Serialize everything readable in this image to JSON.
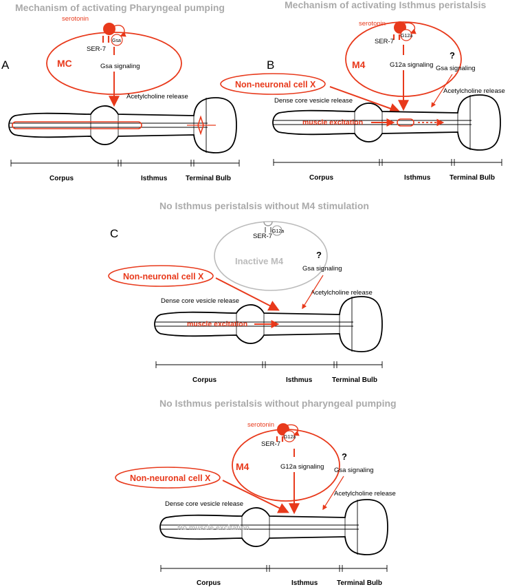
{
  "panel_a": {
    "title": "Mechanism of activating Pharyngeal pumping",
    "letter": "A",
    "serotonin": "serotonin",
    "receptor": "SER-7",
    "g_protein": "Gsa",
    "neuron": "MC",
    "signaling": "Gsa signaling",
    "release": "Acetylcholine release",
    "regions": [
      "Corpus",
      "Isthmus",
      "Terminal Bulb"
    ]
  },
  "panel_b": {
    "title": "Mechanism of activating Isthmus peristalsis",
    "letter": "B",
    "serotonin": "serotonin",
    "receptor": "SER-7",
    "g_protein": "G12a",
    "neuron": "M4",
    "signaling": "G12a signaling",
    "question": "?",
    "gs_signaling": "Gsa signaling",
    "release": "Acetylcholine release",
    "cell_x": "Non-neuronal cell X",
    "dense_core": "Dense core vesicle release",
    "muscle": "muscle excitation",
    "regions": [
      "Corpus",
      "Isthmus",
      "Terminal Bulb"
    ]
  },
  "panel_c": {
    "title": "No Isthmus peristalsis without M4 stimulation",
    "letter": "C",
    "receptor": "SER-7",
    "g_protein": "G12a",
    "neuron": "Inactive M4",
    "question": "?",
    "gs_signaling": "Gsa signaling",
    "release": "Acetylcholine release",
    "cell_x": "Non-neuronal cell X",
    "dense_core": "Dense core vesicle release",
    "muscle": "muscle excitation",
    "regions": [
      "Corpus",
      "Isthmus",
      "Terminal Bulb"
    ]
  },
  "panel_d": {
    "title": "No Isthmus peristalsis without pharyngeal pumping",
    "serotonin": "serotonin",
    "receptor": "SER-7",
    "g_protein": "G12a",
    "neuron": "M4",
    "signaling": "G12a signaling",
    "question": "?",
    "gs_signaling": "Gsa signaling",
    "release": "Acetylcholine release",
    "cell_x": "Non-neuronal cell X",
    "dense_core": "Dense core vesicle release",
    "muscle": "No muscle excitation",
    "regions": [
      "Corpus",
      "Isthmus",
      "Terminal Bulb"
    ]
  },
  "colors": {
    "accent": "#e8391b",
    "gray": "#bbbbbb",
    "line": "#000000"
  }
}
